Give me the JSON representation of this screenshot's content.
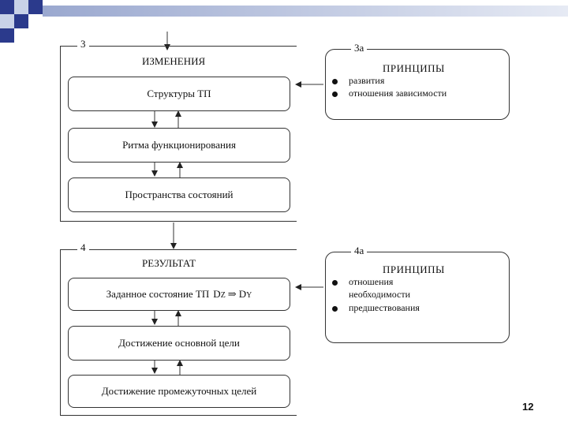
{
  "slide": {
    "page_number": "12"
  },
  "top_block": {
    "number": "3",
    "title": "ИЗМЕНЕНИЯ",
    "items": [
      "Структуры ТП",
      "Ритма функционирования",
      "Пространства состояний"
    ]
  },
  "top_principles": {
    "number": "3а",
    "title": "ПРИНЦИПЫ",
    "bullets": [
      "развития",
      "отношения зависимости"
    ]
  },
  "bottom_block": {
    "number": "4",
    "title": "РЕЗУЛЬТАТ",
    "items": [
      "Заданное состояние ТП",
      "Достижение основной цели",
      "Достижение промежуточных целей"
    ],
    "formula": {
      "left": "D",
      "left_sub": "Z",
      "arrow": "⇒",
      "right": "D",
      "right_sub": "Y"
    }
  },
  "bottom_principles": {
    "number": "4а",
    "title": "ПРИНЦИПЫ",
    "bullets": [
      "отношения",
      "необходимости",
      "предшествования"
    ]
  },
  "colors": {
    "deco_blue": "#2b3a8c",
    "deco_light": "#c8d2e8",
    "line": "#333333"
  }
}
